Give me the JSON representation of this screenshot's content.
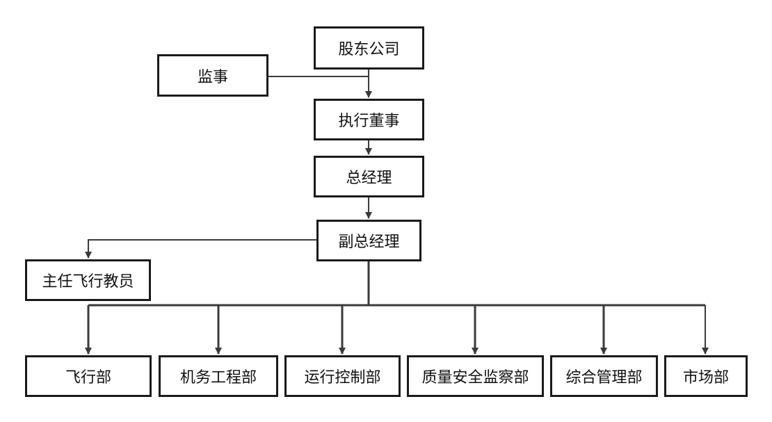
{
  "nodes": {
    "shareholder": "股东公司",
    "supervisor": "监事",
    "executive_director": "执行董事",
    "general_manager": "总经理",
    "deputy_general_manager": "副总经理",
    "chief_flight_instructor": "主任飞行教员",
    "departments": [
      "飞行部",
      "机务工程部",
      "运行控制部",
      "质量安全监察部",
      "综合管理部",
      "市场部"
    ]
  },
  "colors": {
    "line": "#3a3a3a",
    "border": "#1a1a1a",
    "text": "#111111"
  }
}
